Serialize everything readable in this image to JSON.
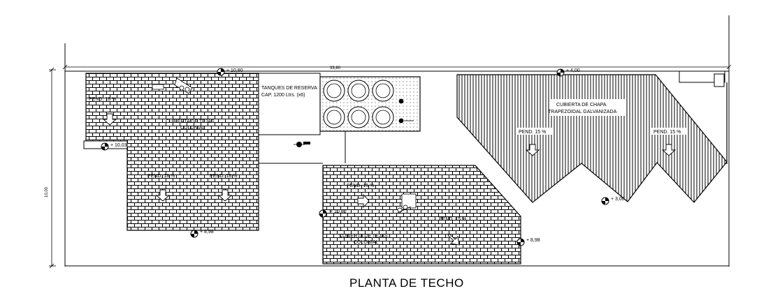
{
  "drawing": {
    "title": "PLANTA DE TECHO",
    "dim_width": "33,80",
    "dim_height": "10,00"
  },
  "roofs": {
    "tejas_upper": {
      "label_line1": "CUBIERTA DE TEJAS",
      "label_line2": "COLONIAL",
      "slopes": [
        "PEND. 18 %",
        "PEND. 18 %",
        "PEND. 18 %"
      ]
    },
    "tejas_lower": {
      "label_line1": "CUBIERTA DE TEJAS",
      "label_line2": "COLONIAL",
      "slopes": [
        "PEND. 15 %",
        "PEND. 15 %"
      ]
    },
    "chapa": {
      "label_line1": "CUBIERTA DE CHAPA",
      "label_line2": "TRAPEZOIDAL GALVANIZADA",
      "slopes": [
        "PEND. 15 %",
        "PEND. 15 %"
      ]
    }
  },
  "tanks": {
    "label_line1": "TANQUES DE RESERVA",
    "label_line2": "CAP. 1200 Ltrs. (x6)",
    "count": 6
  },
  "levels": [
    "+ 10,80",
    "+ 10,03",
    "+ 8,98",
    "+ 10,80",
    "+ 8,98",
    "+ 4,00",
    "+ 3,00"
  ]
}
